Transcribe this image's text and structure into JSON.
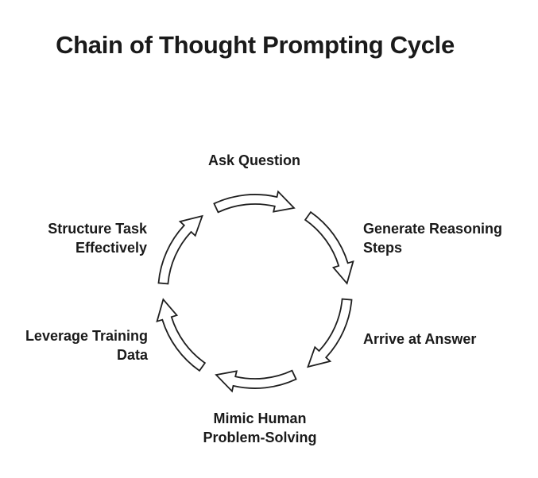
{
  "page": {
    "background_color": "#ffffff",
    "text_color": "#1a1a1a"
  },
  "diagram": {
    "title": "Chain of Thought Prompting Cycle",
    "type": "cycle",
    "flow_direction": "clockwise",
    "arrow_style": {
      "fill": "#ffffff",
      "stroke": "#1f1f1f"
    },
    "steps": [
      {
        "id": "ask-question",
        "label": "Ask Question",
        "position": "top"
      },
      {
        "id": "generate-reasoning-steps",
        "label": "Generate Reasoning\nSteps",
        "position": "upper-right"
      },
      {
        "id": "arrive-at-answer",
        "label": "Arrive at Answer",
        "position": "lower-right"
      },
      {
        "id": "mimic-human-problem-solving",
        "label": "Mimic Human\nProblem-Solving",
        "position": "bottom"
      },
      {
        "id": "leverage-training-data",
        "label": "Leverage Training\nData",
        "position": "lower-left"
      },
      {
        "id": "structure-task-effectively",
        "label": "Structure Task\nEffectively",
        "position": "upper-left"
      }
    ],
    "arrows": [
      {
        "name": "cycle-arrow-top",
        "direction": "clockwise"
      },
      {
        "name": "cycle-arrow-upper-right",
        "direction": "clockwise"
      },
      {
        "name": "cycle-arrow-lower-right",
        "direction": "clockwise"
      },
      {
        "name": "cycle-arrow-bottom",
        "direction": "clockwise"
      },
      {
        "name": "cycle-arrow-lower-left",
        "direction": "clockwise"
      },
      {
        "name": "cycle-arrow-upper-left",
        "direction": "clockwise"
      }
    ]
  }
}
